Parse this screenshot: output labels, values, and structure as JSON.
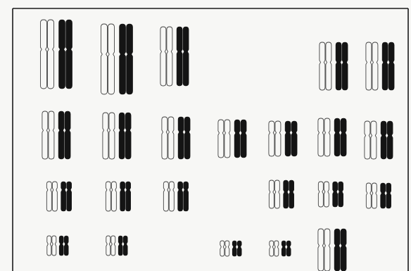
{
  "figure": {
    "kind": "karyotype",
    "rows": [
      {
        "pair_count": 5
      },
      {
        "pair_count": 7
      },
      {
        "pair_count": 6
      },
      {
        "pair_count": 5
      }
    ],
    "colors": {
      "background": "#f7f7f5",
      "border": "#1a1a1a",
      "filled_chromosome": "#141414",
      "outline_chromosome": "#444444"
    }
  }
}
